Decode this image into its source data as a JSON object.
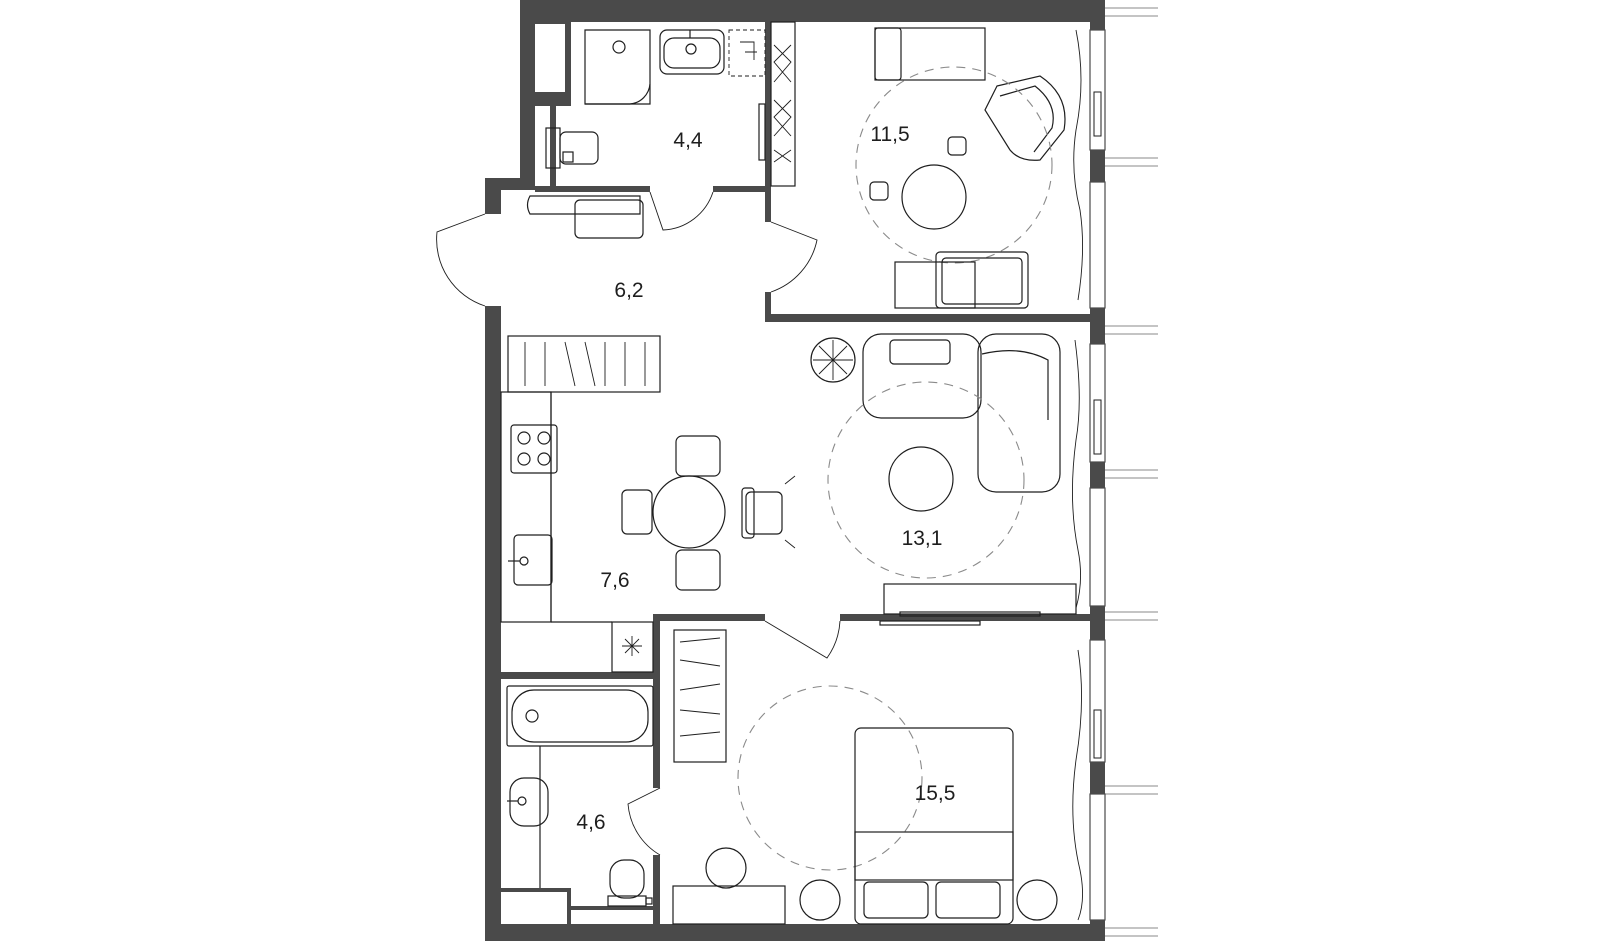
{
  "rooms": [
    {
      "id": "bathroom-top",
      "area": "4,4"
    },
    {
      "id": "bedroom-small",
      "area": "11,5"
    },
    {
      "id": "hallway",
      "area": "6,2"
    },
    {
      "id": "living-room",
      "area": "13,1"
    },
    {
      "id": "kitchen",
      "area": "7,6"
    },
    {
      "id": "bedroom-main",
      "area": "15,5"
    },
    {
      "id": "bathroom-bottom",
      "area": "4,6"
    }
  ],
  "colors": {
    "wall": "#4a4a4a",
    "line": "#1e1e1e",
    "dashed": "#8a8a8a",
    "background": "#ffffff"
  }
}
